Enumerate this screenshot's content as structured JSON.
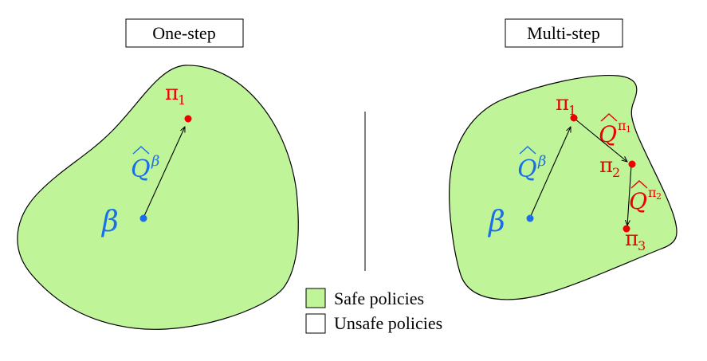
{
  "panels": {
    "left": {
      "title": "One-step",
      "beta": "β",
      "q_base": "Q",
      "q_sup": "β",
      "pi1": "π",
      "pi1_sub": "1"
    },
    "right": {
      "title": "Multi-step",
      "beta": "β",
      "q_base": "Q",
      "q_sup": "β",
      "pi1": "π",
      "pi1_sub": "1",
      "pi2": "π",
      "pi2_sub": "2",
      "pi3": "π",
      "pi3_sub": "3",
      "q_pi1_base": "Q",
      "q_pi1_sup": "π",
      "q_pi1_sup_sub": "1",
      "q_pi2_base": "Q",
      "q_pi2_sup": "π",
      "q_pi2_sup_sub": "2"
    }
  },
  "legend": {
    "safe_label": "Safe policies",
    "unsafe_label": "Unsafe policies"
  },
  "colors": {
    "safe_fill": "#bff598",
    "behavior": "#1a6fe8",
    "policy": "#ee0000",
    "outline": "#000000"
  }
}
